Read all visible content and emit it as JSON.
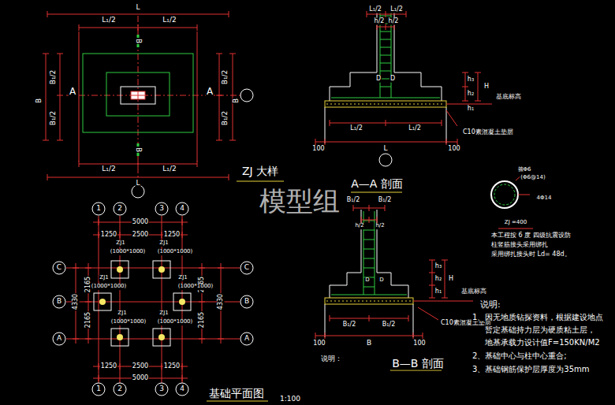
{
  "diagram": {
    "labels": [
      "L",
      "L₁/2",
      "L₁/2",
      "B",
      "A",
      "A",
      "B",
      "B",
      "B₁/2",
      "B₁/2",
      "B₁/2",
      "B₁/2",
      "B",
      "L₁/2",
      "L₁/2",
      "L",
      "ZJ 大样",
      "L₁/2",
      "L₁/2",
      "h/2",
      "h/2",
      "D",
      "D",
      "h₃",
      "h₂",
      "h₁",
      "H",
      "基底标高",
      "C10素混凝土垫层",
      "100",
      "L₁/2",
      "L₁/2",
      "L",
      "100",
      "A—A 剖面",
      "箍Φ6",
      "(Φ6@14)",
      "4Φ14",
      "ZJ =400",
      "本工程按 6 度 四级抗震设防",
      "柱竖筋接头采用绑扎",
      "采用绑扎接头时 Ld= 48d。",
      "B₁/2",
      "B₁/2",
      "h/2",
      "h/2",
      "D",
      "D",
      "h₃",
      "h₂",
      "h₁",
      "H",
      "基底标高",
      "C10素混凝土垫层",
      "100",
      "B₁/2",
      "B₁/2",
      "B",
      "100",
      "说明：",
      "B—B 剖面",
      "说明:",
      "1、因无地质钻探资料，根据建设地点",
      "暂定基础持力层为硬质粘土层，",
      "地基承载力设计值F=150KN/M2",
      "2、基础中心与柱中心重合;",
      "3、基础钢筋保护层厚度为35mm",
      "1",
      "2",
      "3",
      "4",
      "5000",
      "1250",
      "2500",
      "1250",
      "C",
      "B",
      "A",
      "2165",
      "2165",
      "4330",
      "C",
      "B",
      "A",
      "2165",
      "2165",
      "4330",
      "ZJ1",
      "(1000*1000)",
      "ZJ1",
      "(1000*1000)",
      "ZJ1",
      "(1000*1000)",
      "ZJ1",
      "(1000*1000)",
      "ZJ1",
      "(1000*1000)",
      "ZJ1",
      "(1000*1000)",
      "1250",
      "2500",
      "1250",
      "5000",
      "1",
      "2",
      "3",
      "4",
      "基础平面图",
      "1:100",
      "模型组"
    ]
  }
}
